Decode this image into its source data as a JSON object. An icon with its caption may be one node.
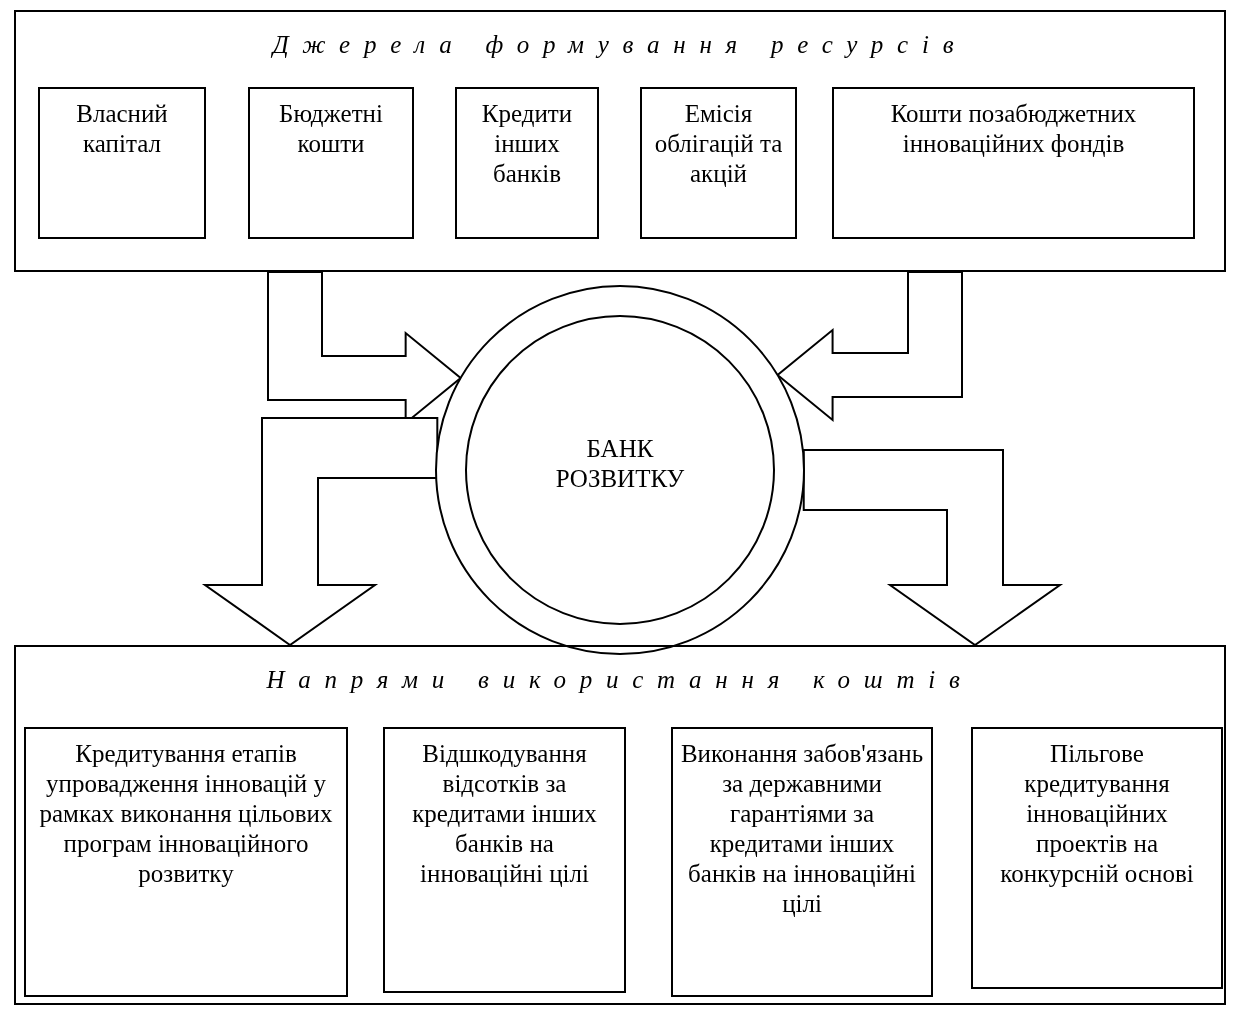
{
  "diagram": {
    "nodes": [
      {
        "text": [
          "Джерела формування ресурсів"
        ]
      },
      {
        "text": [
          "Власний капітал"
        ],
        "in": 0
      },
      {
        "text": [
          "Бюджетні кошти"
        ],
        "in": 0
      },
      {
        "text": [
          "Кредити інших банків"
        ],
        "in": 0
      },
      {
        "text": [
          "Емісія облігацій та акцій"
        ],
        "in": 0
      },
      {
        "text": [
          "Кошти позабюджетних інноваційних фондів"
        ],
        "in": 0
      },
      {
        "text": [
          "БАНК РОЗВИТКУ"
        ]
      },
      {
        "text": [
          "Напрями використання коштів"
        ]
      },
      {
        "text": [
          "Кредитування етапів упровадження інновацій у рамках виконання цільових програм інноваційного розвитку"
        ],
        "in": 7
      },
      {
        "text": [
          "Відшкодування відсотків за кредитами інших банків на інноваційні цілі"
        ],
        "in": 7
      },
      {
        "text": [
          "Виконання забов'язань за державними гарантіями за кредитами інших банків на інноваційні цілі"
        ],
        "in": 7
      },
      {
        "text": [
          "Пільгове кредитування інноваційних проектів на конкурсній основі"
        ],
        "in": 7
      }
    ],
    "edges": [
      {
        "from": 0,
        "to": 6,
        "arrow": "to"
      },
      {
        "from": 0,
        "to": 6,
        "arrow": "to"
      },
      {
        "from": 6,
        "to": 7,
        "arrow": "to"
      },
      {
        "from": 6,
        "to": 7,
        "arrow": "to"
      }
    ]
  }
}
